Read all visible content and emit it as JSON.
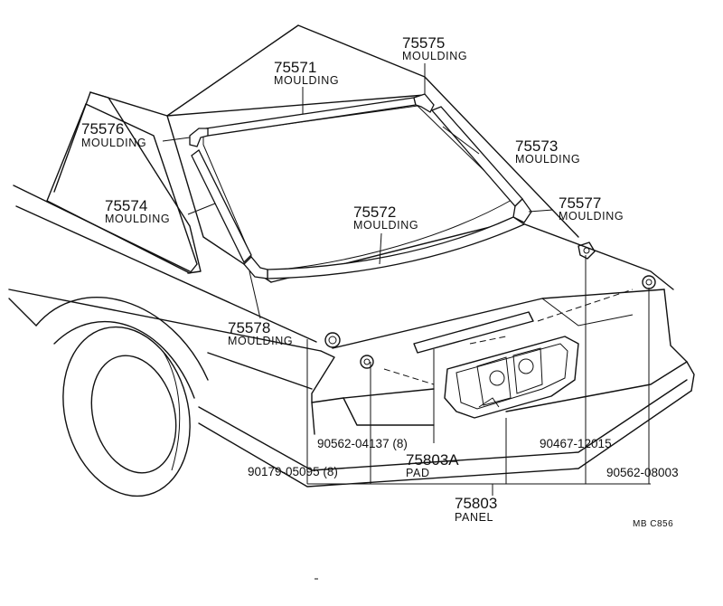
{
  "callouts": {
    "c75575": {
      "number": "75575",
      "name": "MOULDING"
    },
    "c75571": {
      "number": "75571",
      "name": "MOULDING"
    },
    "c75576": {
      "number": "75576",
      "name": "MOULDING"
    },
    "c75573": {
      "number": "75573",
      "name": "MOULDING"
    },
    "c75574": {
      "number": "75574",
      "name": "MOULDING"
    },
    "c75572": {
      "number": "75572",
      "name": "MOULDING"
    },
    "c75577": {
      "number": "75577",
      "name": "MOULDING"
    },
    "c75578": {
      "number": "75578",
      "name": "MOULDING"
    },
    "c75803A": {
      "number": "75803A",
      "name": "PAD"
    },
    "c75803": {
      "number": "75803",
      "name": "PANEL"
    }
  },
  "fasteners": {
    "f9056204137": "90562-04137 (8)",
    "f9017905095": "90179-05095 (8)",
    "f9046712015": "90467-12015",
    "f9056208003": "90562-08003"
  },
  "figure_code": "MB C856"
}
